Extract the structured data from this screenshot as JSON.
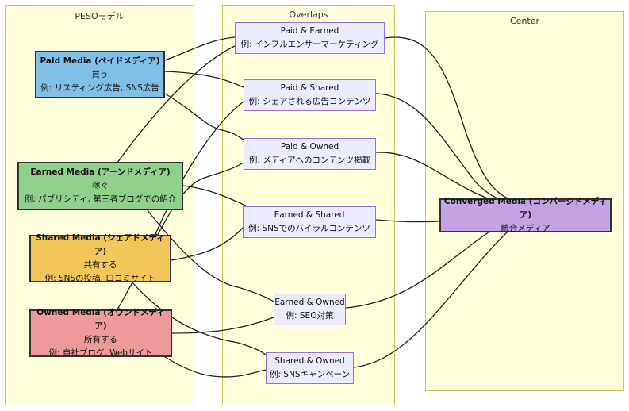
{
  "clusters": {
    "peso": "PESOモデル",
    "overlaps": "Overlaps",
    "center": "Center"
  },
  "media": {
    "paid": {
      "title": "Paid Media (ペイドメディア)",
      "line1": "買う",
      "line2": "例: リスティング広告, SNS広告"
    },
    "earned": {
      "title": "Earned Media (アーンドメディア)",
      "line1": "稼ぐ",
      "line2": "例: パブリシティ, 第三者ブログでの紹介"
    },
    "shared": {
      "title": "Shared Media (シェアドメディア)",
      "line1": "共有する",
      "line2": "例: SNSの投稿, 口コミサイト"
    },
    "owned": {
      "title": "Owned Media (オウンドメディア)",
      "line1": "所有する",
      "line2": "例: 自社ブログ, Webサイト"
    }
  },
  "overlaps": {
    "paid_earned": {
      "title": "Paid & Earned",
      "example": "例: インフルエンサーマーケティング"
    },
    "paid_shared": {
      "title": "Paid & Shared",
      "example": "例: シェアされる広告コンテンツ"
    },
    "paid_owned": {
      "title": "Paid & Owned",
      "example": "例: メディアへのコンテンツ掲載"
    },
    "earned_shared": {
      "title": "Earned & Shared",
      "example": "例: SNSでのバイラルコンテンツ"
    },
    "earned_owned": {
      "title": "Earned & Owned",
      "example": "例: SEO対策"
    },
    "shared_owned": {
      "title": "Shared & Owned",
      "example": "例: SNSキャンペーン"
    }
  },
  "center": {
    "title": "Converged Media (コンバージドメディア)",
    "subtitle": "統合メディア"
  }
}
